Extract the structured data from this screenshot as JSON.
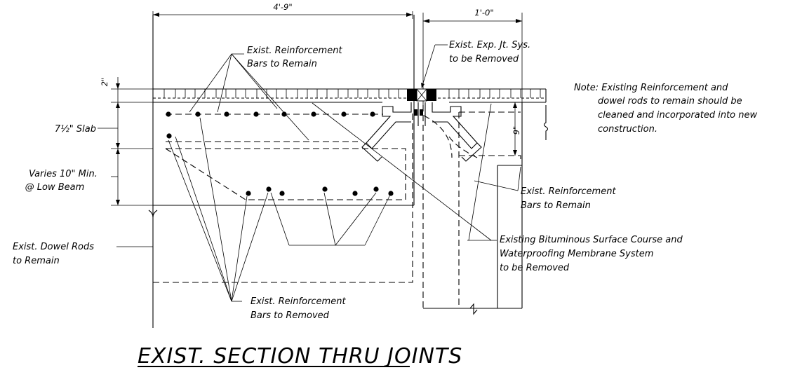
{
  "title": "EXIST. SECTION THRU JOINTS",
  "dimensions": {
    "width_left": "4'-9\"",
    "width_right": "1'-0\"",
    "surface": "2\"",
    "slab": "7½\" Slab",
    "varies_line1": "Varies 10\" Min.",
    "varies_line2": "@ Low Beam",
    "right_depth": "9\""
  },
  "labels": {
    "reinf_top_1": "Exist. Reinforcement",
    "reinf_top_2": "Bars to Remain",
    "expjt_1": "Exist. Exp. Jt. Sys.",
    "expjt_2": "to be Removed",
    "reinf_right_1": "Exist. Reinforcement",
    "reinf_right_2": "Bars to Remain",
    "dowel_1": "Exist. Dowel Rods",
    "dowel_2": "to Remain",
    "bitum_1": "Existing Bituminous Surface Course and",
    "bitum_2": "Waterproofing Membrane System",
    "bitum_3": "to be Removed",
    "reinf_bottom_1": "Exist. Reinforcement",
    "reinf_bottom_2": "Bars to Removed"
  },
  "note": {
    "line1": "Note:  Existing Reinforcement and",
    "line2": "dowel rods to remain should be",
    "line3": "cleaned and incorporated into new",
    "line4": "construction."
  }
}
